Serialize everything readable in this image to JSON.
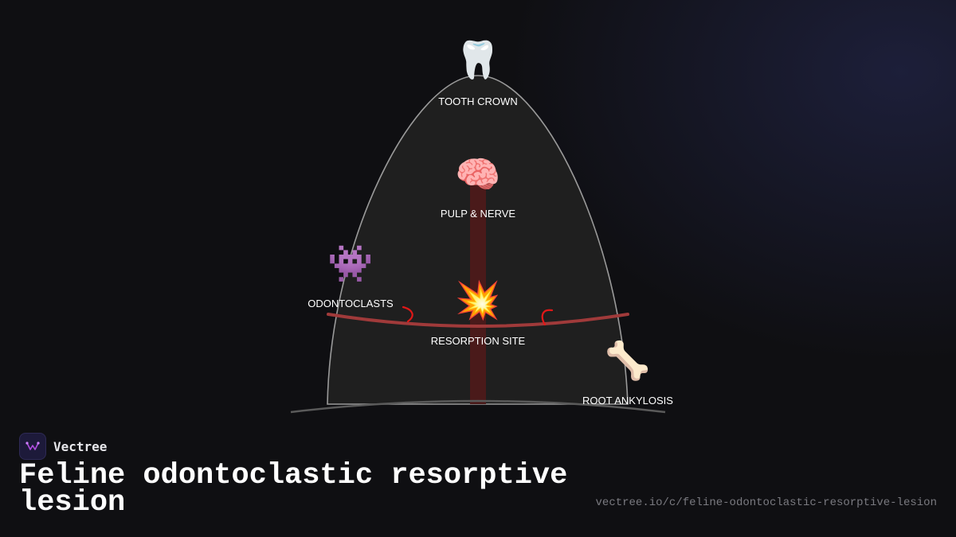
{
  "diagram": {
    "nodes": [
      {
        "id": "crown",
        "icon": "tooth-icon",
        "emoji": "🦷",
        "label": "TOOTH CROWN"
      },
      {
        "id": "pulp",
        "icon": "brain-icon",
        "emoji": "🧠",
        "label": "PULP & NERVE"
      },
      {
        "id": "odontoclasts",
        "icon": "space-invader-icon",
        "emoji": "👾",
        "label": "ODONTOCLASTS"
      },
      {
        "id": "resorption",
        "icon": "collision-icon",
        "emoji": "💥",
        "label": "RESORPTION SITE"
      },
      {
        "id": "ankylosis",
        "icon": "bone-icon",
        "emoji": "🦴",
        "label": "ROOT ANKYLOSIS"
      }
    ],
    "colors": {
      "tooth_fill": "#1f1f1f",
      "tooth_outline": "#9a9a9a",
      "pulp_canal": "#4a1a1a",
      "resorption_line": "#a03a3a",
      "hooks": "#e01818",
      "gum_line": "#5a5a5a"
    }
  },
  "brand": {
    "name": "Vectree",
    "logo_icon": "vectree-logo-icon"
  },
  "footer": {
    "title": "Feline odontoclastic resorptive lesion",
    "url": "vectree.io/c/feline-odontoclastic-resorptive-lesion"
  }
}
